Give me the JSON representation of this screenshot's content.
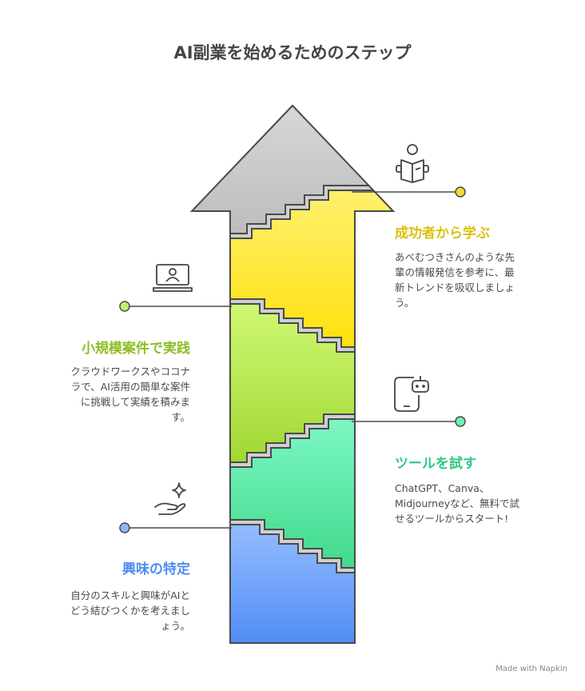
{
  "title": "AI副業を始めるためのステップ",
  "steps": [
    {
      "title": "興味の特定",
      "lines": [
        "自分のスキルと興味がAIと",
        "どう結びつくかを考えまし",
        "ょう。"
      ],
      "color": "#4f8cf0",
      "icon": "hand-sparkle-icon"
    },
    {
      "title": "ツールを試す",
      "lines": [
        "ChatGPT、Canva、",
        "Midjourneyなど、無料で試",
        "せるツールからスタート!"
      ],
      "color": "#34c784",
      "icon": "phone-robot-icon"
    },
    {
      "title": "小規模案件で実践",
      "lines": [
        "クラウドワークスやココナ",
        "ラで、AI活用の簡単な案件",
        "に挑戦して実績を積みま",
        "す。"
      ],
      "color": "#8cbf26",
      "icon": "laptop-user-icon"
    },
    {
      "title": "成功者から学ぶ",
      "lines": [
        "あべむつきさんのような先",
        "輩の情報発信を参考に、最",
        "新トレンドを吸収しましょ",
        "う。"
      ],
      "color": "#dcc10e",
      "icon": "book-reader-icon"
    }
  ],
  "watermark": "Made with Napkin"
}
